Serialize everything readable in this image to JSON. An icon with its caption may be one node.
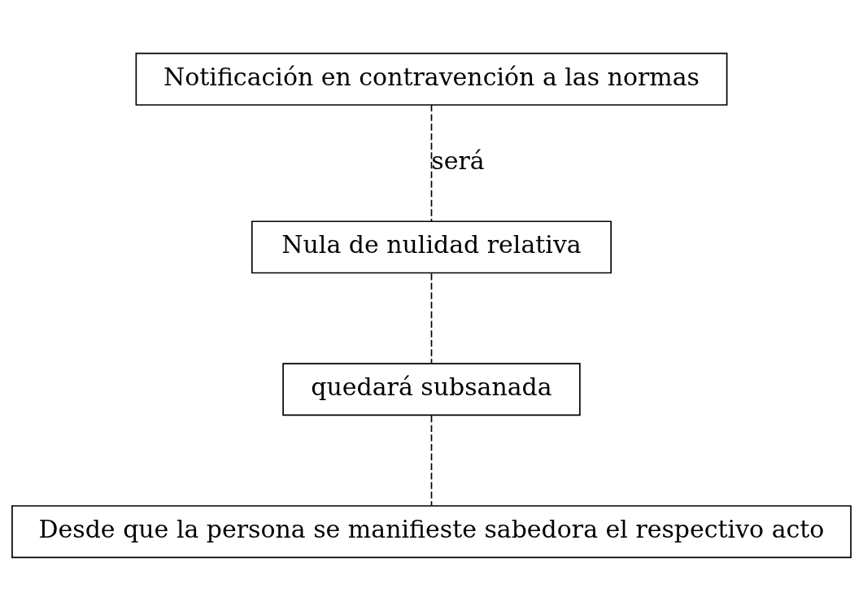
{
  "diagram": {
    "nodes": [
      {
        "text": [
          "Notificación en contravención a las normas"
        ]
      },
      {
        "text": [
          "Nula de nulidad relativa"
        ]
      },
      {
        "text": [
          "quedará subsanada"
        ]
      },
      {
        "text": [
          "Desde que la persona se manifieste sabedora el respectivo acto"
        ]
      }
    ],
    "edges": [
      {
        "from": 0,
        "to": 1,
        "arrow": "none",
        "style": "dashed",
        "label": "será"
      },
      {
        "from": 1,
        "to": 2,
        "arrow": "none",
        "style": "dashed"
      },
      {
        "from": 2,
        "to": 3,
        "arrow": "none",
        "style": "dashed"
      }
    ]
  }
}
